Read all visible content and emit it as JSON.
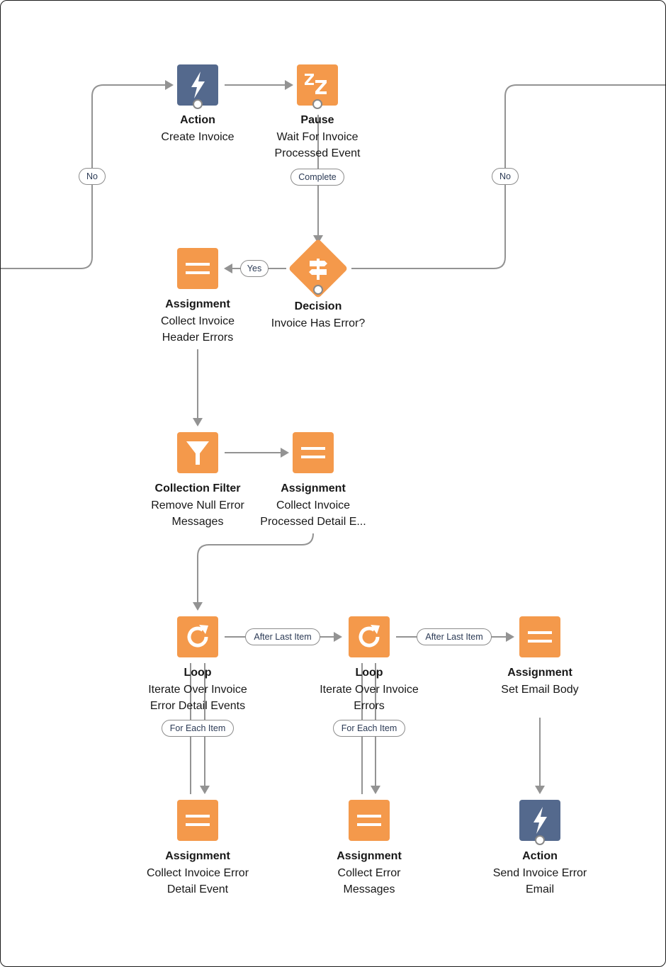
{
  "nodes": {
    "action_create_invoice": {
      "type": "Action",
      "label": "Create Invoice",
      "icon": "lightning-bolt-icon",
      "color": "#54698d"
    },
    "pause": {
      "type": "Pause",
      "label": "Wait For Invoice\nProcessed Event",
      "icon": "zz-sleep-icon",
      "color": "#f4994b"
    },
    "decision": {
      "type": "Decision",
      "label": "Invoice Has Error?",
      "icon": "signpost-icon",
      "color": "#f4994b"
    },
    "assignment_header_errors": {
      "type": "Assignment",
      "label": "Collect Invoice\nHeader Errors",
      "icon": "equals-icon",
      "color": "#f4994b"
    },
    "collection_filter": {
      "type": "Collection Filter",
      "label": "Remove Null Error\nMessages",
      "icon": "funnel-icon",
      "color": "#f4994b"
    },
    "assignment_processed_detail": {
      "type": "Assignment",
      "label": "Collect Invoice\nProcessed Detail E...",
      "icon": "equals-icon",
      "color": "#f4994b"
    },
    "loop_detail_events": {
      "type": "Loop",
      "label": "Iterate Over Invoice\nError Detail Events",
      "icon": "loop-arrow-icon",
      "color": "#f4994b"
    },
    "loop_errors": {
      "type": "Loop",
      "label": "Iterate Over Invoice\nErrors",
      "icon": "loop-arrow-icon",
      "color": "#f4994b"
    },
    "assignment_email_body": {
      "type": "Assignment",
      "label": "Set Email Body",
      "icon": "equals-icon",
      "color": "#f4994b"
    },
    "assignment_error_detail_event": {
      "type": "Assignment",
      "label": "Collect Invoice Error\nDetail Event",
      "icon": "equals-icon",
      "color": "#f4994b"
    },
    "assignment_error_messages": {
      "type": "Assignment",
      "label": "Collect Error\nMessages",
      "icon": "equals-icon",
      "color": "#f4994b"
    },
    "action_send_email": {
      "type": "Action",
      "label": "Send Invoice Error\nEmail",
      "icon": "lightning-bolt-icon",
      "color": "#54698d"
    }
  },
  "connector_labels": {
    "no_left": "No",
    "no_right": "No",
    "complete": "Complete",
    "yes": "Yes",
    "after_last_item_1": "After Last Item",
    "after_last_item_2": "After Last Item",
    "for_each_item_1": "For Each Item",
    "for_each_item_2": "For Each Item"
  }
}
